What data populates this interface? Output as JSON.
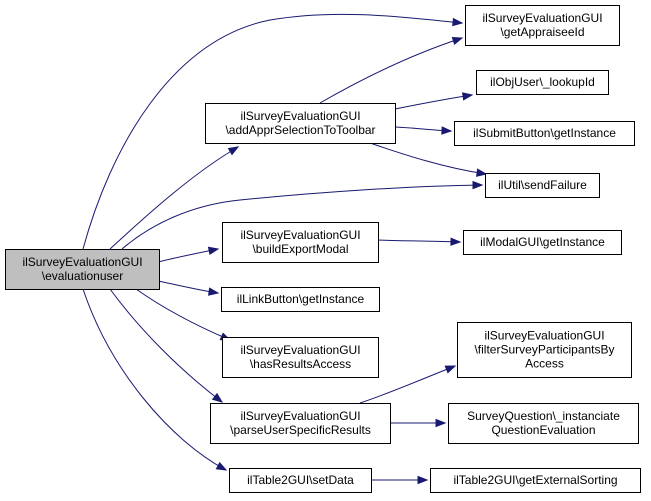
{
  "graph": {
    "type": "call-graph",
    "edge_color": "#191970",
    "root_fill": "#bfbfbf",
    "nodes": [
      {
        "id": "root",
        "lines": [
          "ilSurveyEvaluationGUI",
          "\\evaluationuser"
        ]
      },
      {
        "id": "addAppr",
        "lines": [
          "ilSurveyEvaluationGUI",
          "\\addApprSelectionToToolbar"
        ]
      },
      {
        "id": "buildExport",
        "lines": [
          "ilSurveyEvaluationGUI",
          "\\buildExportModal"
        ]
      },
      {
        "id": "linkBtn",
        "lines": [
          "ilLinkButton\\getInstance"
        ]
      },
      {
        "id": "hasResults",
        "lines": [
          "ilSurveyEvaluationGUI",
          "\\hasResultsAccess"
        ]
      },
      {
        "id": "parseUser",
        "lines": [
          "ilSurveyEvaluationGUI",
          "\\parseUserSpecificResults"
        ]
      },
      {
        "id": "setData",
        "lines": [
          "ilTable2GUI\\setData"
        ]
      },
      {
        "id": "getAppraisee",
        "lines": [
          "ilSurveyEvaluationGUI",
          "\\getAppraiseeId"
        ]
      },
      {
        "id": "lookupId",
        "lines": [
          "ilObjUser\\_lookupId"
        ]
      },
      {
        "id": "submitBtn",
        "lines": [
          "ilSubmitButton\\getInstance"
        ]
      },
      {
        "id": "sendFailure",
        "lines": [
          "ilUtil\\sendFailure"
        ]
      },
      {
        "id": "modalGui",
        "lines": [
          "ilModalGUI\\getInstance"
        ]
      },
      {
        "id": "filterSurvey",
        "lines": [
          "ilSurveyEvaluationGUI",
          "\\filterSurveyParticipantsBy",
          "Access"
        ]
      },
      {
        "id": "instanciate",
        "lines": [
          "SurveyQuestion\\_instanciate",
          "QuestionEvaluation"
        ]
      },
      {
        "id": "extSorting",
        "lines": [
          "ilTable2GUI\\getExternalSorting"
        ]
      }
    ],
    "edges": [
      {
        "from": "root",
        "to": "getAppraisee"
      },
      {
        "from": "root",
        "to": "addAppr"
      },
      {
        "from": "root",
        "to": "sendFailure"
      },
      {
        "from": "root",
        "to": "buildExport"
      },
      {
        "from": "root",
        "to": "linkBtn"
      },
      {
        "from": "root",
        "to": "hasResults"
      },
      {
        "from": "root",
        "to": "parseUser"
      },
      {
        "from": "root",
        "to": "setData"
      },
      {
        "from": "addAppr",
        "to": "getAppraisee"
      },
      {
        "from": "addAppr",
        "to": "lookupId"
      },
      {
        "from": "addAppr",
        "to": "submitBtn"
      },
      {
        "from": "addAppr",
        "to": "sendFailure"
      },
      {
        "from": "buildExport",
        "to": "modalGui"
      },
      {
        "from": "parseUser",
        "to": "filterSurvey"
      },
      {
        "from": "parseUser",
        "to": "instanciate"
      },
      {
        "from": "setData",
        "to": "extSorting"
      }
    ]
  }
}
